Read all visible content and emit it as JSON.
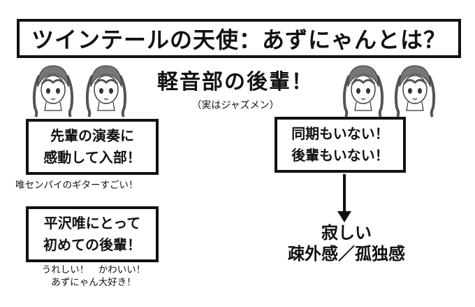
{
  "title": "ツインテールの天使：あずにゃんとは？",
  "heading": "軽音部の後輩！",
  "subheading": "（実はジャズメン）",
  "box_left_top": {
    "lines": [
      "先輩の演奏に",
      "感動して入部！"
    ]
  },
  "note_left_top": "唯センパイのギターすごい！",
  "box_right": {
    "lines": [
      "同期もいない！",
      "後輩もいない！"
    ]
  },
  "box_left_bottom": {
    "lines": [
      "平沢唯にとって",
      "初めての後輩！"
    ]
  },
  "note_left_bottom": [
    "うれしい！　かわいい！",
    "あずにゃん大好き！"
  ],
  "result": [
    "寂しい",
    "疎外感／孤独感"
  ]
}
